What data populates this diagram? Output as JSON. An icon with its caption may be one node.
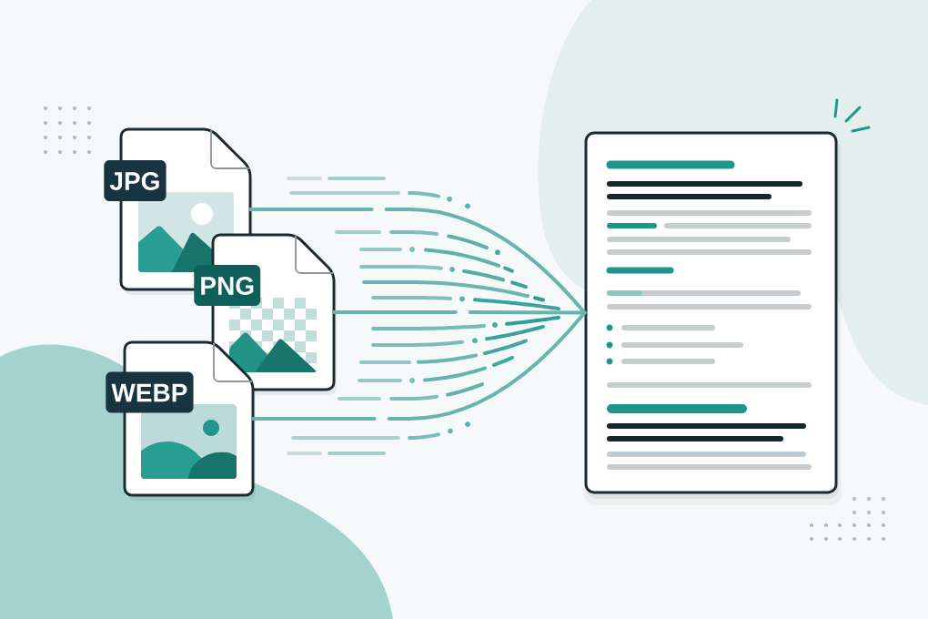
{
  "diagram": {
    "nodes": [
      {
        "text": [
          "JPG"
        ]
      },
      {
        "text": [
          "PNG"
        ]
      },
      {
        "text": [
          "WEBP"
        ]
      },
      {
        "text": [],
        "shape": "box"
      }
    ],
    "edges": [
      {
        "from": 0,
        "to": 3,
        "arrow": "none"
      },
      {
        "from": 1,
        "to": 3,
        "arrow": "none"
      },
      {
        "from": 2,
        "to": 3,
        "arrow": "none"
      }
    ]
  }
}
